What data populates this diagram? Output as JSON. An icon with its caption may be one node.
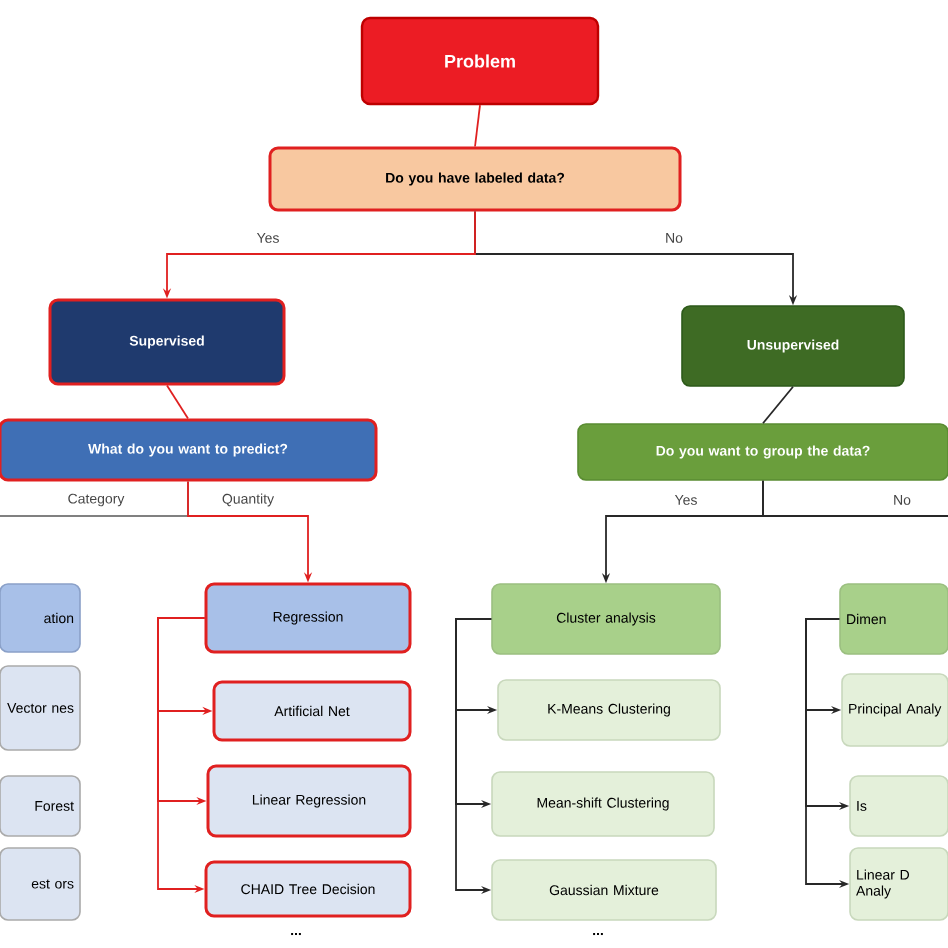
{
  "diagram": {
    "nodes": [
      {
        "text": [
          "Problem"
        ]
      },
      {
        "text": [
          "Do you have labeled data?"
        ]
      },
      {
        "text": [
          "Supervised"
        ]
      },
      {
        "text": [
          "Unsupervised"
        ]
      },
      {
        "text": [
          "What do you want to predict?"
        ]
      },
      {
        "text": [
          "Do you want to group the data?"
        ]
      },
      {
        "text": [
          "ation"
        ]
      },
      {
        "text": [
          "Regression"
        ]
      },
      {
        "text": [
          "Cluster analysis"
        ]
      },
      {
        "text": [
          "Dimen"
        ]
      },
      {
        "text": [
          "Vector nes"
        ]
      },
      {
        "text": [
          "Artificial Net"
        ]
      },
      {
        "text": [
          "K-Means Clustering"
        ]
      },
      {
        "text": [
          "Principal Analy"
        ]
      },
      {
        "text": [
          "Forest"
        ]
      },
      {
        "text": [
          "Linear Regression"
        ]
      },
      {
        "text": [
          "Mean-shift Clustering"
        ]
      },
      {
        "text": [
          "Is"
        ]
      },
      {
        "text": [
          "est ors"
        ]
      },
      {
        "text": [
          "CHAID Tree Decision"
        ]
      },
      {
        "text": [
          "Gaussian Mixture"
        ]
      },
      {
        "text": [
          "Linear D Analy"
        ]
      }
    ],
    "edges": [
      {
        "from": 0,
        "to": 1,
        "arrow": "none",
        "color": "#e02020"
      },
      {
        "from": 1,
        "to": 3,
        "arrow": "to",
        "label": "No"
      },
      {
        "from": 1,
        "to": 2,
        "arrow": "to",
        "label": "Yes",
        "color": "#e02020"
      },
      {
        "from": 2,
        "to": 4,
        "arrow": "none",
        "color": "#e02020"
      },
      {
        "from": 4,
        "to": null,
        "arrow": "none",
        "label": "Category",
        "color": "#808080"
      },
      {
        "from": 4,
        "to": 7,
        "arrow": "to",
        "label": "Quantity",
        "color": "#e02020"
      },
      {
        "from": 7,
        "to": 11,
        "arrow": "to",
        "color": "#e02020"
      },
      {
        "from": 7,
        "to": 15,
        "arrow": "to",
        "color": "#e02020"
      },
      {
        "from": 7,
        "to": 19,
        "arrow": "to",
        "color": "#e02020"
      },
      {
        "from": 3,
        "to": 5,
        "arrow": "none"
      },
      {
        "from": 5,
        "to": 8,
        "arrow": "to",
        "label": "Yes"
      },
      {
        "from": 5,
        "to": null,
        "arrow": "none",
        "label": "No"
      },
      {
        "from": 8,
        "to": 12,
        "arrow": "to"
      },
      {
        "from": 8,
        "to": 16,
        "arrow": "to"
      },
      {
        "from": 8,
        "to": 20,
        "arrow": "to"
      },
      {
        "from": 9,
        "to": 13,
        "arrow": "to"
      },
      {
        "from": 9,
        "to": 17,
        "arrow": "to"
      },
      {
        "from": 9,
        "to": 21,
        "arrow": "to"
      }
    ],
    "labels": [
      "...",
      "..."
    ]
  }
}
